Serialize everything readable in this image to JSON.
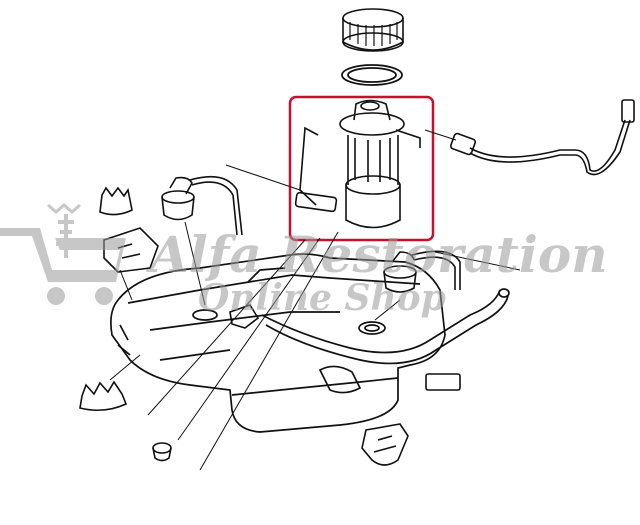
{
  "watermark": {
    "line1": "Alfa Restoration",
    "line2": "Online Shop",
    "color": "#9a9a9a",
    "opacity": 0.55
  },
  "highlight": {
    "color": "#c8102e",
    "part": "fuel pump assembly"
  },
  "line_color": "#111111",
  "icons": [
    "shopping-cart-icon",
    "fuel-tank",
    "fuel-pump",
    "lock-ring",
    "seal-ring",
    "hose",
    "clip",
    "wiring-connector"
  ]
}
